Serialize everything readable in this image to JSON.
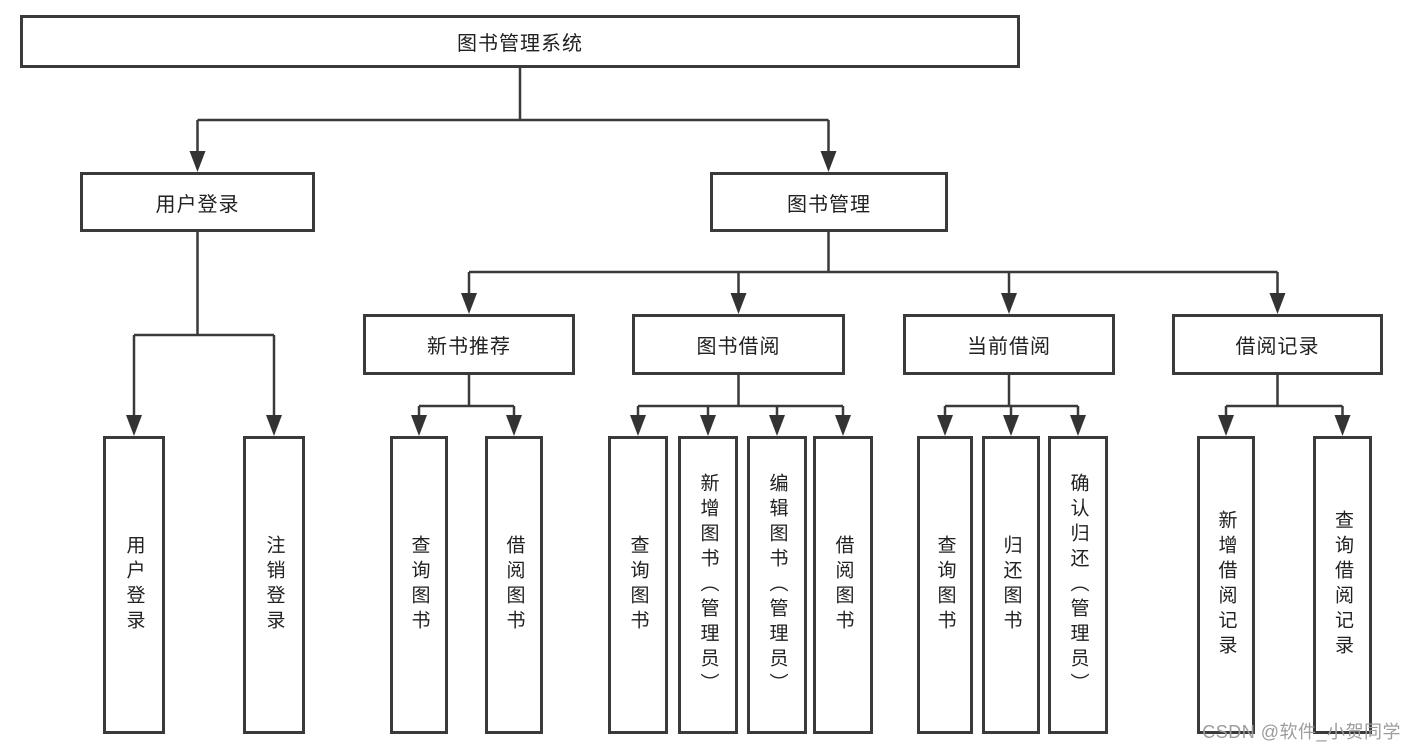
{
  "diagram": {
    "root_label": "图书管理系统",
    "branches": [
      {
        "label": "用户登录",
        "children": [
          {
            "label": "用户登录"
          },
          {
            "label": "注销登录"
          }
        ]
      },
      {
        "label": "图书管理",
        "sections": [
          {
            "label": "新书推荐",
            "children": [
              {
                "label": "查询图书"
              },
              {
                "label": "借阅图书"
              }
            ]
          },
          {
            "label": "图书借阅",
            "children": [
              {
                "label": "查询图书"
              },
              {
                "label": "新增图书（管理员）"
              },
              {
                "label": "编辑图书（管理员）"
              },
              {
                "label": "借阅图书"
              }
            ]
          },
          {
            "label": "当前借阅",
            "children": [
              {
                "label": "查询图书"
              },
              {
                "label": "归还图书"
              },
              {
                "label": "确认归还（管理员）"
              }
            ]
          },
          {
            "label": "借阅记录",
            "children": [
              {
                "label": "新增借阅记录"
              },
              {
                "label": "查询借阅记录"
              }
            ]
          }
        ]
      }
    ],
    "watermark": "CSDN @软件_小贺同学",
    "colors": {
      "line": "#3a3a3a",
      "text": "#212121",
      "watermark": "#9c9c9c",
      "background": "#ffffff"
    }
  }
}
